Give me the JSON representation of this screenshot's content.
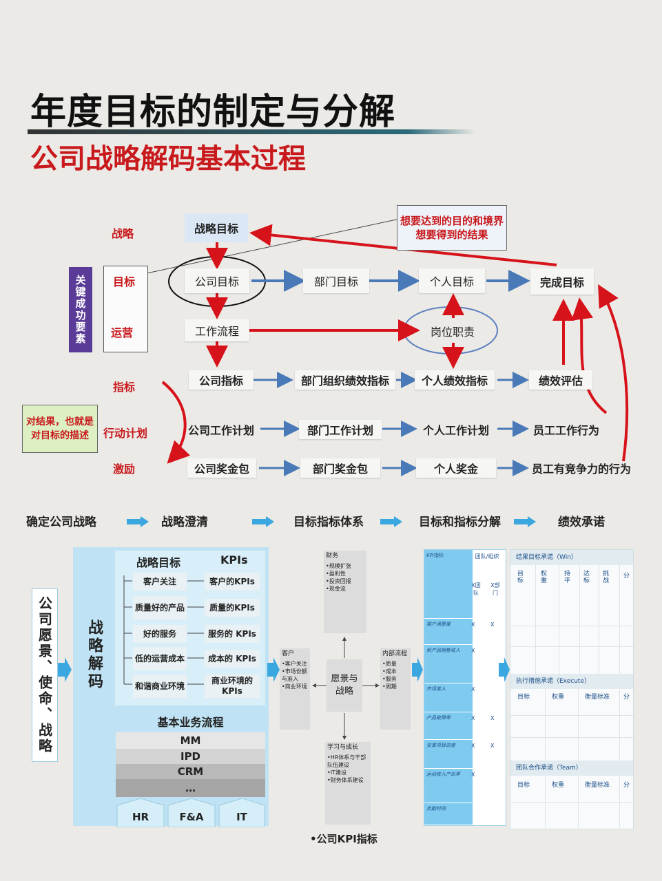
{
  "title": "年度目标的制定与分解",
  "subtitle": "公司战略解码基本过程",
  "colors": {
    "red": "#c8191c",
    "blue_arrow": "#4a79b8",
    "purple": "#5b3b98",
    "light_blue": "#bfe3f4"
  },
  "top": {
    "left_labels": {
      "strategy": "战略",
      "goal": "目标",
      "operation": "运营",
      "indicator": "指标",
      "action_plan": "行动计划",
      "incentive": "激励"
    },
    "ksf": "关键成功要素",
    "note": "想要达到的目的和境界想要得到的结果",
    "green_note": "对结果，也就是对目标的描述",
    "strategic_goal": "战略目标",
    "company_goal": "公司目标",
    "dept_goal": "部门目标",
    "personal_goal": "个人目标",
    "complete_goal": "完成目标",
    "workflow": "工作流程",
    "job_duty": "岗位职责",
    "rows": [
      [
        "公司指标",
        "部门组织绩效指标",
        "个人绩效指标",
        "绩效评估"
      ],
      [
        "公司工作计划",
        "部门工作计划",
        "个人工作计划",
        "员工工作行为"
      ],
      [
        "公司奖金包",
        "部门奖金包",
        "个人奖金",
        "员工有竞争力的行为"
      ]
    ]
  },
  "steps": [
    "确定公司战略",
    "战略澄清",
    "目标指标体系",
    "目标和指标分解",
    "绩效承诺"
  ],
  "bottom": {
    "vision": "公司愿景、使命、战略",
    "decode": "战略解码",
    "col_headers": {
      "goal": "战略目标",
      "kpi": "KPIs"
    },
    "pairs": [
      [
        "客户关注",
        "客户的KPIs"
      ],
      [
        "质量好的产品",
        "质量的KPIs"
      ],
      [
        "好的服务",
        "服务的 KPIs"
      ],
      [
        "低的运营成本",
        "成本的 KPIs"
      ],
      [
        "和谐商业环境",
        "商业环境的KPIs"
      ]
    ],
    "process_title": "基本业务流程",
    "processes": [
      "MM",
      "IPD",
      "CRM",
      "…"
    ],
    "supports": [
      "HR",
      "F&A",
      "IT"
    ],
    "finance": {
      "title": "财务",
      "items": [
        "•规模扩张",
        "•盈利性",
        "•投资回报",
        "•现金流"
      ]
    },
    "customer": {
      "title": "客户",
      "items": [
        "•客户关注",
        "•市场份额与准入",
        "•商业环境"
      ]
    },
    "center": "愿景与战略",
    "internal": {
      "title": "内部流程",
      "items": [
        "•质量",
        "•成本",
        "•服务",
        "•周期"
      ]
    },
    "learning": {
      "title": "学习与成长",
      "items": [
        "•HR体系与干部队伍建设",
        "•IT建设",
        "•财务体系建设"
      ]
    },
    "caption": "•公司KPI指标",
    "kpi_table": {
      "header": "KPI指标",
      "team_header": "团队/组织",
      "sub_team": "X团队",
      "sub_dept": "X部门",
      "rows": [
        {
          "label": "客户满意度",
          "marks": [
            "X",
            "X"
          ]
        },
        {
          "label": "新产品销售收入",
          "marks": [
            "X",
            ""
          ]
        },
        {
          "label": "市场准入",
          "marks": [
            "X",
            ""
          ]
        },
        {
          "label": "产品故障率",
          "marks": [
            "X",
            "X"
          ]
        },
        {
          "label": "变革项目进度",
          "marks": [
            "X",
            "X"
          ]
        },
        {
          "label": "运动收入产出率",
          "marks": [
            "X",
            ""
          ]
        },
        {
          "label": "出勤时间",
          "marks": [
            "",
            ""
          ]
        }
      ]
    },
    "commit": {
      "win": "结果目标承诺（Win）",
      "win_cols": [
        "目标",
        "权重",
        "持平",
        "达标",
        "挑战",
        "分"
      ],
      "execute": "执行措施承诺（Execute）",
      "execute_cols": [
        "目标",
        "权重",
        "衡量标准",
        "分"
      ],
      "team": "团队合作承诺（Team）",
      "team_cols": [
        "目标",
        "权重",
        "衡量标准",
        "分"
      ]
    }
  }
}
